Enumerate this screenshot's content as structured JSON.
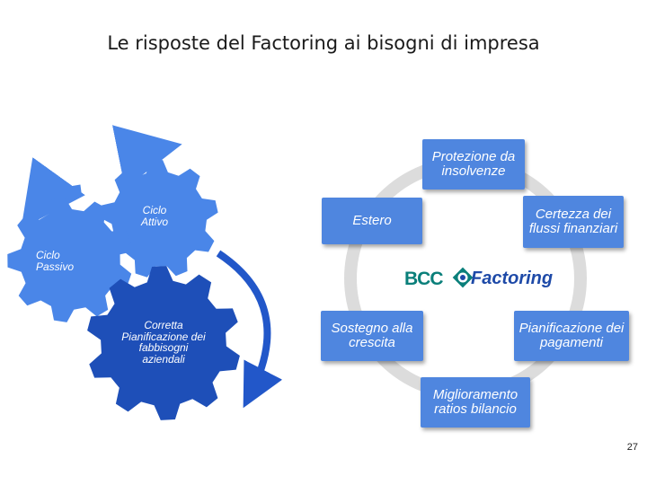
{
  "title": "Le risposte del Factoring ai bisogni di impresa",
  "gears": {
    "attivo": "Ciclo Attivo",
    "passivo": "Ciclo Passivo",
    "pianificazione": "Corretta Pianificazione dei fabbisogni aziendali"
  },
  "boxes": {
    "protezione": "Protezione da insolvenze",
    "certezza": "Certezza dei flussi finanziari",
    "estero": "Estero",
    "sostegno": "Sostegno alla crescita",
    "pianificazione_pagamenti": "Pianificazione dei pagamenti",
    "miglioramento": "Miglioramento ratios bilancio"
  },
  "logo": {
    "part1": "BCC",
    "part2": "Factoring"
  },
  "page_number": "27",
  "colors": {
    "gear_light": "#4a86e8",
    "gear_dark": "#1e4fb8",
    "box": "#4f86df",
    "ring": "#dcdcdc",
    "logo_green": "#0a7f7a",
    "logo_blue": "#1e4aa8"
  }
}
